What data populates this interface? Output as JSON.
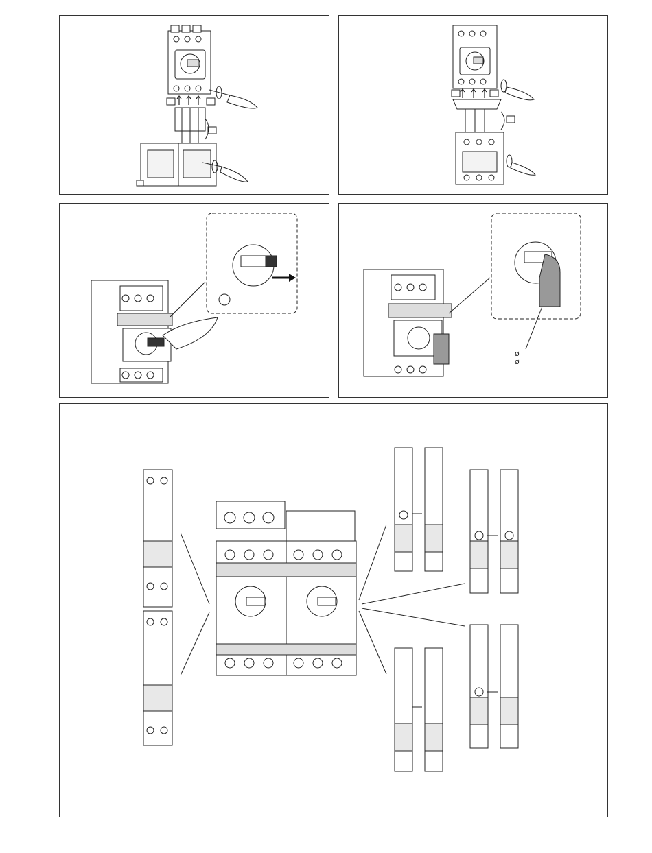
{
  "page": {
    "panels": [
      {
        "id": "p1",
        "caption": "",
        "callout_boxes": 3
      },
      {
        "id": "p2",
        "caption": "",
        "callout_boxes": 3
      },
      {
        "id": "p3",
        "caption": ""
      },
      {
        "id": "p4",
        "caption": "",
        "symbols": [
          "ø",
          "ø"
        ]
      },
      {
        "id": "p5",
        "caption": ""
      }
    ]
  },
  "padlock_symbols": {
    "line1": "ø",
    "line2": "ø"
  },
  "icons": [
    "screwdriver-icon",
    "arrow-right-icon",
    "padlock-icon",
    "terminal-screw-icon"
  ]
}
